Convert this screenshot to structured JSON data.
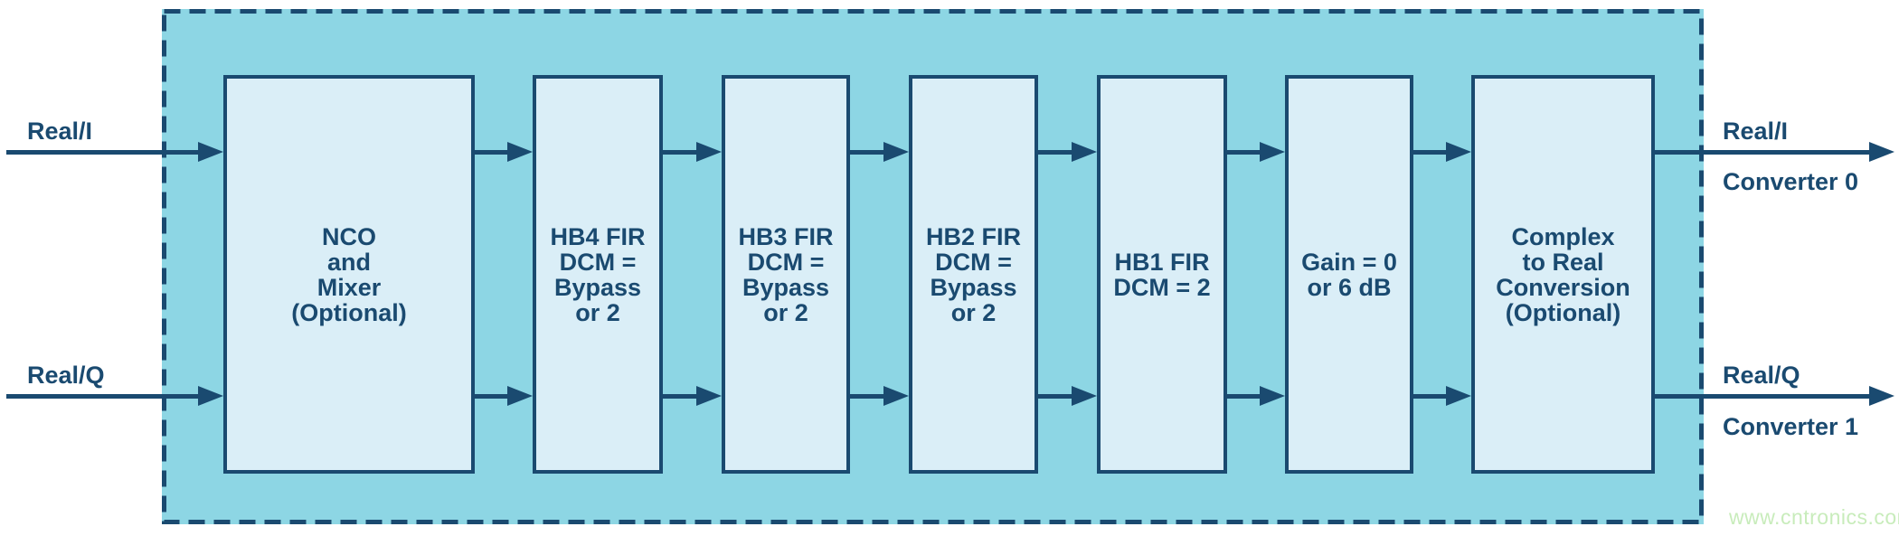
{
  "colors": {
    "navy": "#1a4a70",
    "teal": "#8dd6e4",
    "block_fill": "#daeef7",
    "watermark_green": "#c8ecbb"
  },
  "inputs": [
    {
      "label": "Real/I"
    },
    {
      "label": "Real/Q"
    }
  ],
  "outputs": [
    {
      "signal": "Real/I",
      "converter": "Converter 0"
    },
    {
      "signal": "Real/Q",
      "converter": "Converter 1"
    }
  ],
  "blocks": [
    {
      "name": "nco-mixer",
      "lines": [
        "NCO",
        "and",
        "Mixer",
        "(Optional)"
      ]
    },
    {
      "name": "hb4-fir",
      "lines": [
        "HB4 FIR",
        "DCM =",
        "Bypass",
        "or 2"
      ]
    },
    {
      "name": "hb3-fir",
      "lines": [
        "HB3 FIR",
        "DCM =",
        "Bypass",
        "or 2"
      ]
    },
    {
      "name": "hb2-fir",
      "lines": [
        "HB2 FIR",
        "DCM =",
        "Bypass",
        "or 2"
      ]
    },
    {
      "name": "hb1-fir",
      "lines": [
        "HB1 FIR",
        "DCM = 2"
      ]
    },
    {
      "name": "gain",
      "lines": [
        "Gain = 0",
        "or 6 dB"
      ]
    },
    {
      "name": "complex-to-real",
      "lines": [
        "Complex",
        "to Real",
        "Conversion",
        "(Optional)"
      ]
    }
  ],
  "watermark": "www.cntronics.com"
}
